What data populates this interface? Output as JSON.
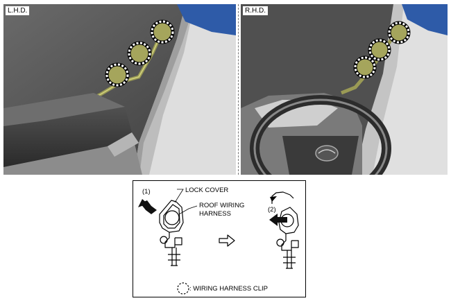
{
  "panels": {
    "left": {
      "tag": "L.H.D."
    },
    "right": {
      "tag": "R.H.D."
    }
  },
  "detail": {
    "step1": "(1)",
    "step2": "(2)",
    "lock_cover": "LOCK COVER",
    "roof_wiring_harness_line1": "ROOF WIRING",
    "roof_wiring_harness_line2": "HARNESS",
    "legend_text": ": WIRING HARNESS CLIP"
  },
  "colors": {
    "headliner": "#5c5c5c",
    "pillar_trim": "#c9c9c9",
    "roof_blue": "#2e5ba8",
    "harness": "#9a9a55",
    "arrow": "#111111"
  }
}
